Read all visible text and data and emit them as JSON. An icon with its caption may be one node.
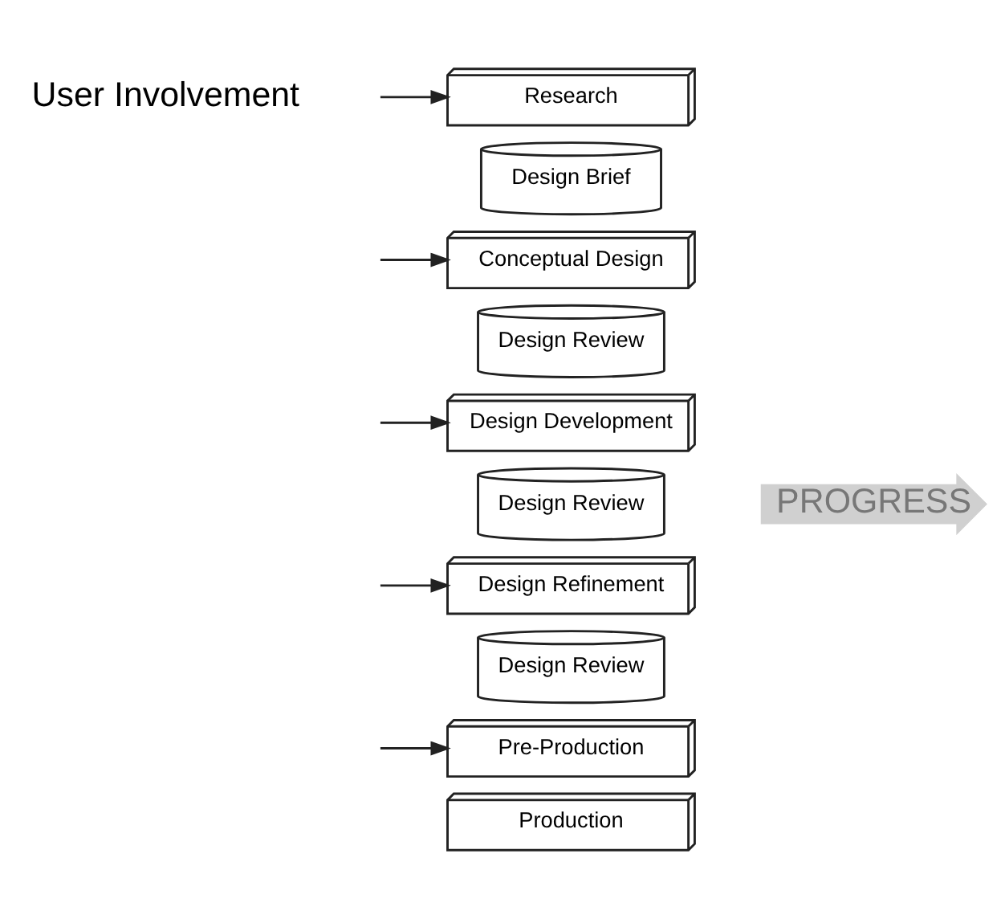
{
  "diagram": {
    "nodes": [
      {
        "text": [
          "Research"
        ]
      },
      {
        "text": [
          "Design Brief"
        ]
      },
      {
        "text": [
          "Conceptual Design"
        ]
      },
      {
        "text": [
          "Design Review"
        ]
      },
      {
        "text": [
          "Design Development"
        ]
      },
      {
        "text": [
          "Design Review"
        ]
      },
      {
        "text": [
          "Design Refinement"
        ]
      },
      {
        "text": [
          "Design Review"
        ]
      },
      {
        "text": [
          "Pre-Production"
        ]
      },
      {
        "text": [
          "Production"
        ]
      }
    ],
    "edges": [
      {
        "from": null,
        "to": 0,
        "arrow": "to"
      },
      {
        "from": null,
        "to": 2,
        "arrow": "to"
      },
      {
        "from": null,
        "to": 4,
        "arrow": "to"
      },
      {
        "from": null,
        "to": 6,
        "arrow": "to"
      },
      {
        "from": null,
        "to": 8,
        "arrow": "to"
      }
    ],
    "labels": [
      "User Involvement",
      "PROGRESS"
    ]
  }
}
